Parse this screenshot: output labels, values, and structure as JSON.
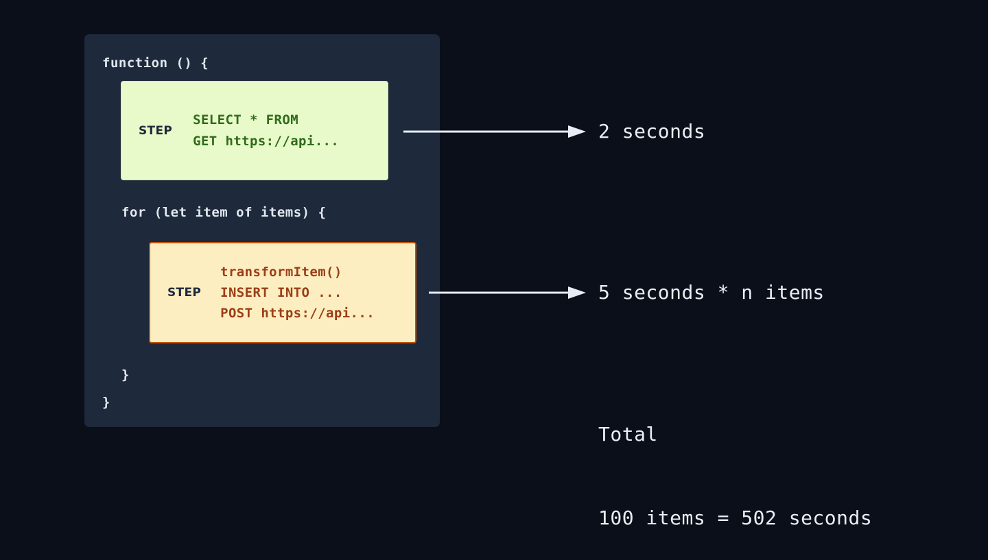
{
  "theme": {
    "page_background": "#0b0f19",
    "panel_background": "#1e293b",
    "panel_text": "#e2e8f0",
    "annotation_text": "#e9edf4",
    "arrow_color": "#e8edf5",
    "step_query_fill": "#e8fac9",
    "step_query_border": "#cfe8a8",
    "step_query_text": "#2f6b1b",
    "step_transform_fill": "#fdeec2",
    "step_transform_border": "#c2530f",
    "step_transform_text": "#9c3d16",
    "step_label_color": "#1e293b"
  },
  "code_panel": {
    "function_open": "function () {",
    "for_open": "for (let item of items) {",
    "for_close": "}",
    "function_close": "}",
    "steps": [
      {
        "label": "STEP",
        "code": "SELECT * FROM\nGET https://api...",
        "annotation": "2 seconds"
      },
      {
        "label": "STEP",
        "code": "transformItem()\nINSERT INTO ...\nPOST https://api...",
        "annotation": "5 seconds * n items"
      }
    ]
  },
  "total": {
    "title": "Total",
    "value": "100 items = 502 seconds"
  }
}
